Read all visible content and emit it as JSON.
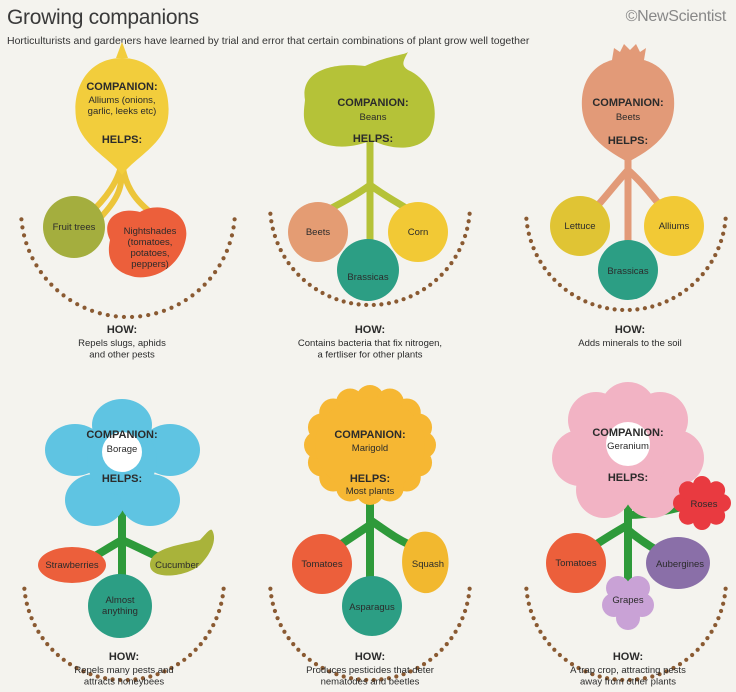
{
  "header": {
    "title": "Growing companions",
    "subtitle": "Horticulturists and gardeners have learned by trial and error that certain combinations of plant grow well together",
    "brand": "©NewScientist"
  },
  "panels": [
    {
      "companion_label": "COMPANION:",
      "companion_lines": [
        "Alliums (onions,",
        "garlic, leeks etc)"
      ],
      "helps_label": "HELPS:",
      "helps_extra": "",
      "helps": [
        {
          "lines": [
            "Fruit trees"
          ]
        },
        {
          "lines": [
            "Nightshades",
            "(tomatoes,",
            "potatoes,",
            "peppers)"
          ]
        }
      ],
      "how_label": "HOW:",
      "how_lines": [
        "Repels slugs, aphids",
        "and other pests"
      ],
      "shape": "onion",
      "color": "#f2cd3c"
    },
    {
      "companion_label": "COMPANION:",
      "companion_lines": [
        "Beans"
      ],
      "helps_label": "HELPS:",
      "helps_extra": "",
      "helps": [
        {
          "lines": [
            "Beets"
          ]
        },
        {
          "lines": [
            "Brassicas"
          ]
        },
        {
          "lines": [
            "Corn"
          ]
        }
      ],
      "how_label": "HOW:",
      "how_lines": [
        "Contains bacteria that fix nitrogen,",
        "a fertliser for other plants"
      ],
      "shape": "bean",
      "color": "#b5c238"
    },
    {
      "companion_label": "COMPANION:",
      "companion_lines": [
        "Beets"
      ],
      "helps_label": "HELPS:",
      "helps_extra": "",
      "helps": [
        {
          "lines": [
            "Lettuce"
          ]
        },
        {
          "lines": [
            "Brassicas"
          ]
        },
        {
          "lines": [
            "Alliums"
          ]
        }
      ],
      "how_label": "HOW:",
      "how_lines": [
        "Adds minerals to the soil"
      ],
      "shape": "beet",
      "color": "#e29a78"
    },
    {
      "companion_label": "COMPANION:",
      "companion_lines": [
        "Borage"
      ],
      "helps_label": "HELPS:",
      "helps_extra": "",
      "helps": [
        {
          "lines": [
            "Strawberries"
          ]
        },
        {
          "lines": [
            "Almost",
            "anything"
          ]
        },
        {
          "lines": [
            "Cucumber"
          ]
        }
      ],
      "how_label": "HOW:",
      "how_lines": [
        "Repels many pests and",
        "attracts honeybees"
      ],
      "shape": "borage",
      "color": "#5fc4e2"
    },
    {
      "companion_label": "COMPANION:",
      "companion_lines": [
        "Marigold"
      ],
      "helps_label": "HELPS:",
      "helps_extra": "Most plants",
      "helps": [
        {
          "lines": [
            "Tomatoes"
          ]
        },
        {
          "lines": [
            "Asparagus"
          ]
        },
        {
          "lines": [
            "Squash"
          ]
        }
      ],
      "how_label": "HOW:",
      "how_lines": [
        "Produces pesticides that deter",
        "nematodes and beetles"
      ],
      "shape": "marigold",
      "color": "#f6b733"
    },
    {
      "companion_label": "COMPANION:",
      "companion_lines": [
        "Geranium"
      ],
      "helps_label": "HELPS:",
      "helps_extra": "",
      "helps": [
        {
          "lines": [
            "Roses"
          ]
        },
        {
          "lines": [
            "Tomatoes"
          ]
        },
        {
          "lines": [
            "Aubergines"
          ]
        },
        {
          "lines": [
            "Grapes"
          ]
        }
      ],
      "how_label": "HOW:",
      "how_lines": [
        "A trap crop, attracting pests",
        "away from other plants"
      ],
      "shape": "geranium",
      "color": "#f2b3c4"
    }
  ],
  "colors": {
    "background": "#f4f3ee",
    "soil_dots": "#8a5a32",
    "stem_green": "#2e9a3a",
    "text": "#2b2b2b"
  }
}
